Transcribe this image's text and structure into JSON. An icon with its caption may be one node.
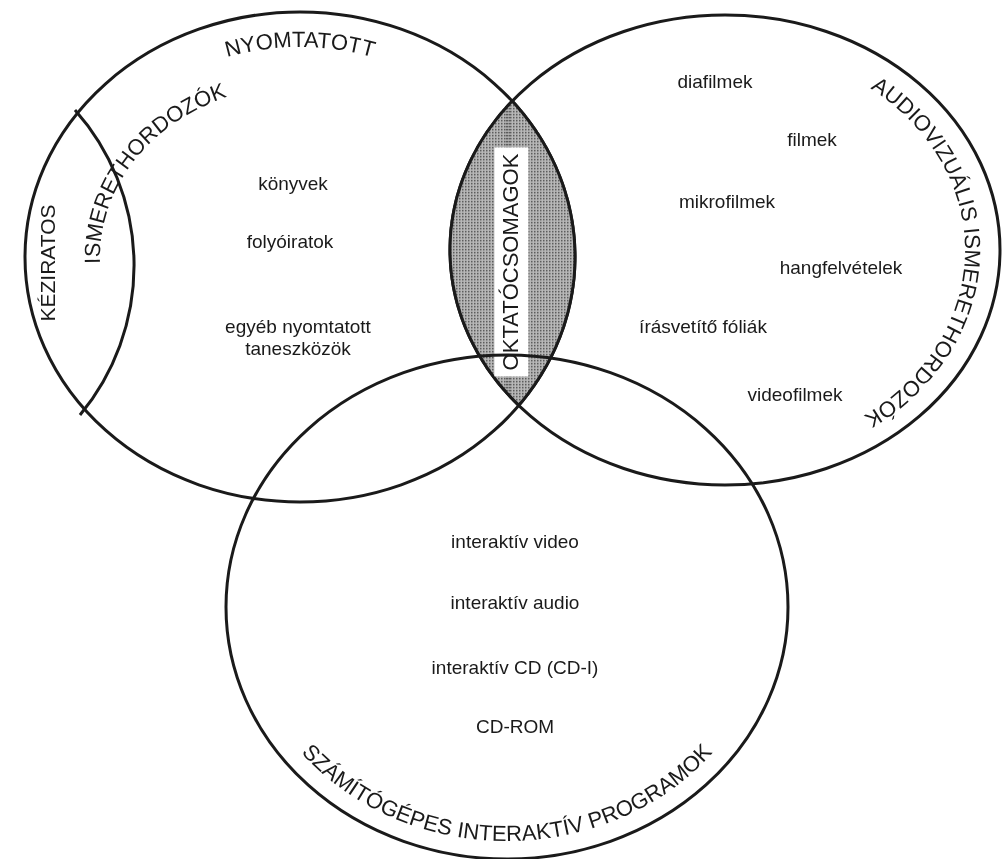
{
  "diagram": {
    "nodes": [
      {
        "text": [
          "NYOMTATOTT",
          "ISMERETHORDOZÓK",
          "könyvek",
          "folyóiratok",
          "egyéb nyomtatott taneszközök"
        ]
      },
      {
        "text": [
          "KÉZIRATOS"
        ],
        "in": 0
      },
      {
        "text": [
          "AUDIOVIZUÁLIS ISMERETHORDOZÓK",
          "diafilmek",
          "filmek",
          "mikrofilmek",
          "hangfelvételek",
          "írásvetítő fóliák",
          "videofilmek"
        ]
      },
      {
        "text": [
          "SZÁMÍTÓGÉPES INTERAKTÍV PROGRAMOK",
          "interaktív video",
          "interaktív audio",
          "interaktív CD (CD-I)",
          "CD-ROM"
        ]
      },
      {
        "text": [
          "OKTATÓCSOMAGOK"
        ]
      }
    ]
  }
}
